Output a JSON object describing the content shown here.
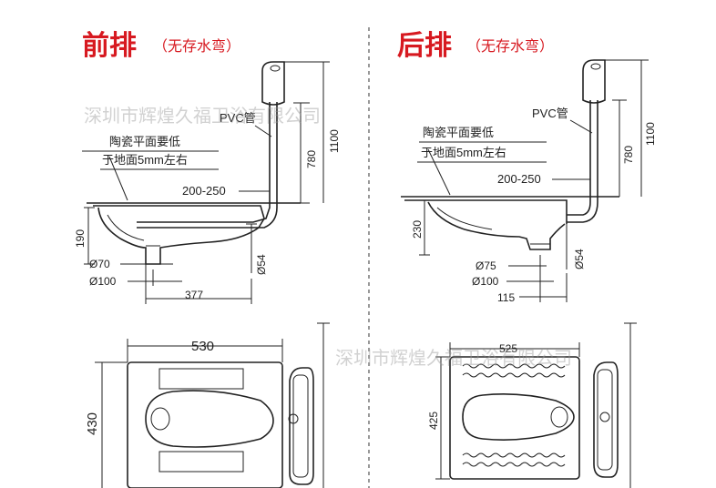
{
  "left": {
    "title": "前排",
    "subtitle": "（无存水弯）",
    "pvc": "PVC管",
    "note1": "陶瓷平面要低",
    "note2": "于地面5mm左右",
    "dim_200_250": "200-250",
    "dim_780": "780",
    "dim_1100": "1100",
    "dim_190": "190",
    "dim_54": "Ø54",
    "dim_70": "Ø70",
    "dim_100": "Ø100",
    "dim_377": "377",
    "dim_530": "530",
    "dim_430": "430"
  },
  "right": {
    "title": "后排",
    "subtitle": "（无存水弯）",
    "pvc": "PVC管",
    "note1": "陶瓷平面要低",
    "note2": "于地面5mm左右",
    "dim_200_250": "200-250",
    "dim_780": "780",
    "dim_1100": "1100",
    "dim_230": "230",
    "dim_54": "Ø54",
    "dim_75": "Ø75",
    "dim_100": "Ø100",
    "dim_115": "115",
    "dim_525": "525",
    "dim_425": "425"
  },
  "watermark": "深圳市辉煌久福卫浴有限公司"
}
